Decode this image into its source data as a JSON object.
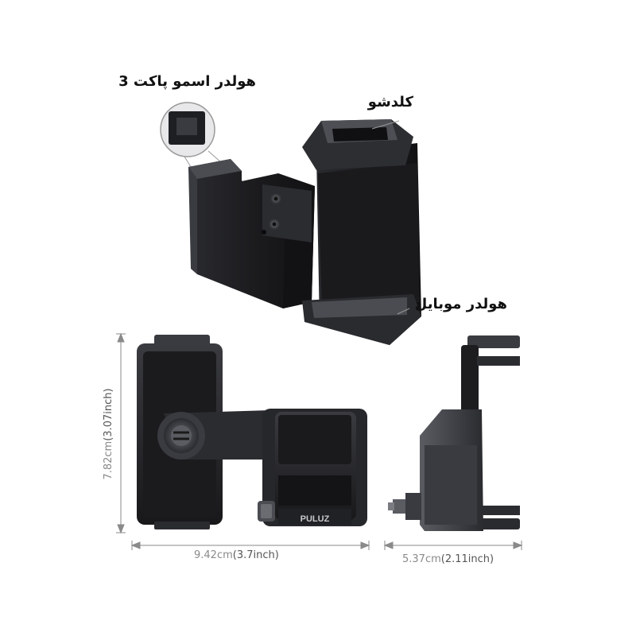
{
  "callouts": {
    "pocket_holder": "هولدر اسمو پاکت 3",
    "cold_shoe": "کلدشو",
    "phone_holder": "هولدر موبایل"
  },
  "dimensions": {
    "height_cm": "7.82cm",
    "height_in": "(3.07inch)",
    "width_cm": "9.42cm",
    "width_in": "(3.7inch)",
    "depth_cm": "5.37cm",
    "depth_in": "(2.11inch)"
  },
  "brand": {
    "logo_text": "PULUZ"
  },
  "colors": {
    "metal_dark": "#1c1c1e",
    "metal_mid": "#2e2f33",
    "metal_light": "#4a4c52",
    "dim_line": "#8a8a8a"
  }
}
